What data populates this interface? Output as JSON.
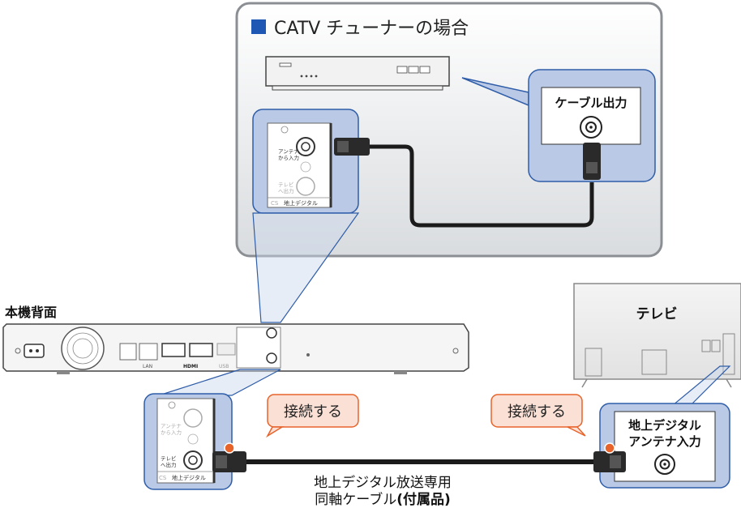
{
  "catv_panel": {
    "title": "CATV チューナーの場合",
    "output_label": "ケーブル出力"
  },
  "recorder": {
    "title": "本機背面",
    "antenna_in": "アンテナ\nから入力",
    "tv_out": "テレビ\nへ出力",
    "terrestrial_tag": "地上デジタル",
    "cs_tag": "CS",
    "lan": "LAN",
    "hdmi": "HDMI",
    "usb": "USB"
  },
  "tv": {
    "title": "テレビ",
    "input_label_line1": "地上デジタル",
    "input_label_line2": "アンテナ入力"
  },
  "connect_labels": {
    "left": "接続する",
    "right": "接続する"
  },
  "cable_caption": {
    "line1": "地上デジタル放送専用",
    "line2_main": "同軸ケーブル",
    "line2_bold": "(付属品)"
  },
  "colors": {
    "panel_bg": "#e6e8ea",
    "highlight_blue": "#b9c9e6",
    "callout_orange": "#fbe0d6",
    "accent_square": "#1e57b4",
    "connector_orange": "#e8632a"
  }
}
